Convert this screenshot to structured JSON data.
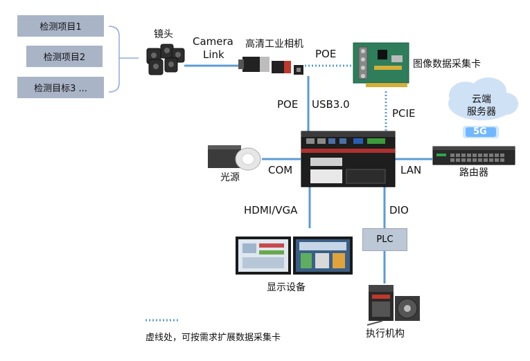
{
  "inspection_items": [
    "检测项目1",
    "检测项目2",
    "检测目标3 ..."
  ],
  "components": {
    "lens": "镜头",
    "camera": "高清工业相机",
    "capture_card": "图像数据采集卡",
    "light_source": "光源",
    "router": "路由器",
    "display": "显示设备",
    "plc": "PLC",
    "actuator": "执行机构",
    "cloud_line1": "云端",
    "cloud_line2": "服务器",
    "badge_5g": "5G"
  },
  "connections": {
    "camera_link_line1": "Camera",
    "camera_link_line2": "Link",
    "poe_card": "POE",
    "poe_ipc": "POE",
    "usb": "USB3.0",
    "pcie": "PCIE",
    "com": "COM",
    "lan": "LAN",
    "hdmi_vga": "HDMI/VGA",
    "dio": "DIO"
  },
  "legend": {
    "dotted_note": "虚线处，可按需求扩展数据采集卡"
  },
  "colors": {
    "line": "#5b9bd5",
    "box": "#a9b4c7",
    "cloud": "#cfe1f5"
  }
}
